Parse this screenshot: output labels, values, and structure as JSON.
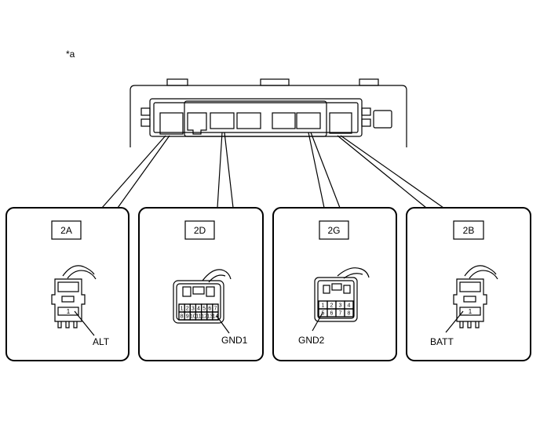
{
  "note_label": "*a",
  "connectors": [
    {
      "code": "2A",
      "pins": [
        "1"
      ],
      "terminal_label": "ALT"
    },
    {
      "code": "2D",
      "pins_top": [
        "1",
        "2",
        "3",
        "4",
        "5",
        "6",
        "7"
      ],
      "pins_bottom": [
        "8",
        "9",
        "10",
        "11",
        "12",
        "13",
        "14"
      ],
      "terminal_label": "GND1"
    },
    {
      "code": "2G",
      "pins_top": [
        "1",
        "2",
        "3",
        "4"
      ],
      "pins_bottom": [
        "5",
        "6",
        "7",
        "8"
      ],
      "terminal_label": "GND2"
    },
    {
      "code": "2B",
      "pins": [
        "1"
      ],
      "terminal_label": "BATT"
    }
  ]
}
